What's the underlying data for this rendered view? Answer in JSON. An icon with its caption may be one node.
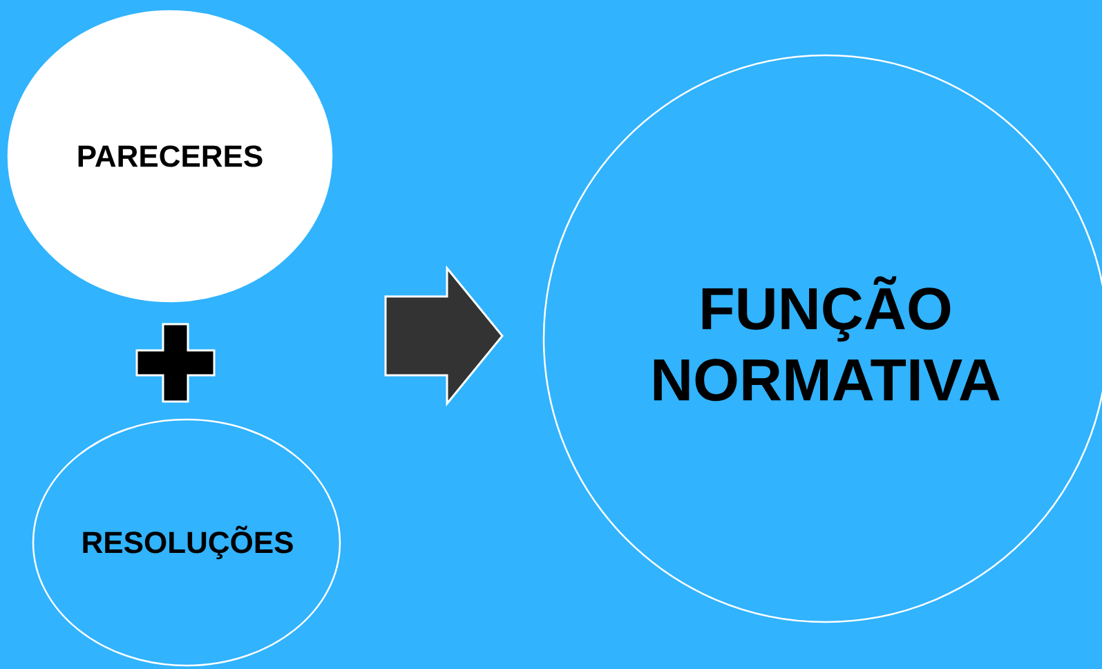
{
  "diagram": {
    "nodes": [
      {
        "text": [
          "PARECERES"
        ]
      },
      {
        "text": [],
        "shape": "cross"
      },
      {
        "text": [
          "RESOLUÇÕES"
        ]
      },
      {
        "text": [
          "FUNÇÃO NORMATIVA"
        ]
      }
    ],
    "edges": [
      {
        "from": 0,
        "to": 3,
        "arrow": "to"
      },
      {
        "from": 2,
        "to": 3,
        "arrow": "to"
      }
    ]
  }
}
